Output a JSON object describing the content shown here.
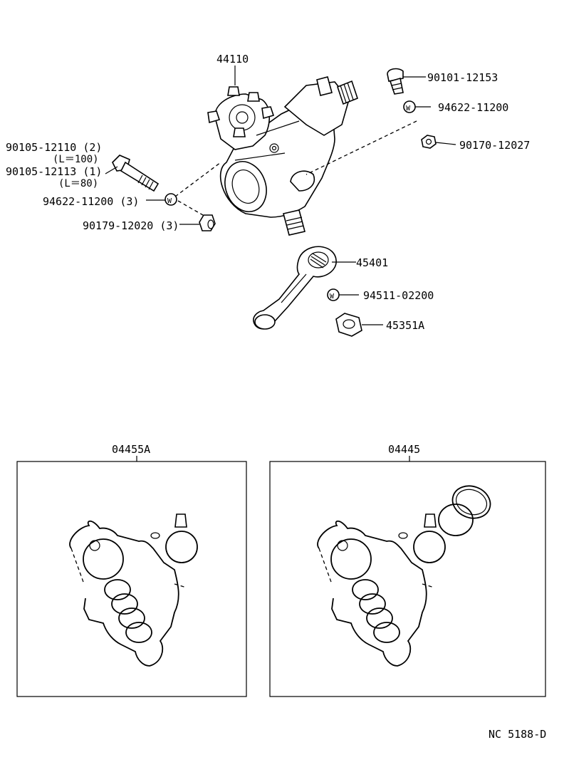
{
  "diagram": {
    "parts": [
      {
        "id": "gear_housing",
        "number": "44110"
      },
      {
        "id": "plug_top",
        "number": "90101-12153"
      },
      {
        "id": "washer_top",
        "number": "94622-11200"
      },
      {
        "id": "nut_right",
        "number": "90170-12027"
      },
      {
        "id": "bolt_long",
        "number": "90105-12110 (2)",
        "note": "(L＝100)"
      },
      {
        "id": "bolt_short",
        "number": "90105-12113 (1)",
        "note": "(L＝80)"
      },
      {
        "id": "washer_left",
        "number": "94622-11200 (3)"
      },
      {
        "id": "nut_left",
        "number": "90179-12020 (3)"
      },
      {
        "id": "pitman_arm",
        "number": "45401"
      },
      {
        "id": "washer_arm",
        "number": "94511-02200"
      },
      {
        "id": "nut_arm",
        "number": "45351A"
      }
    ],
    "kits": [
      {
        "id": "kit_left",
        "number": "04455A"
      },
      {
        "id": "kit_right",
        "number": "04445"
      }
    ],
    "washer_mark": "W",
    "drawing_code": "NC 5188-D"
  }
}
